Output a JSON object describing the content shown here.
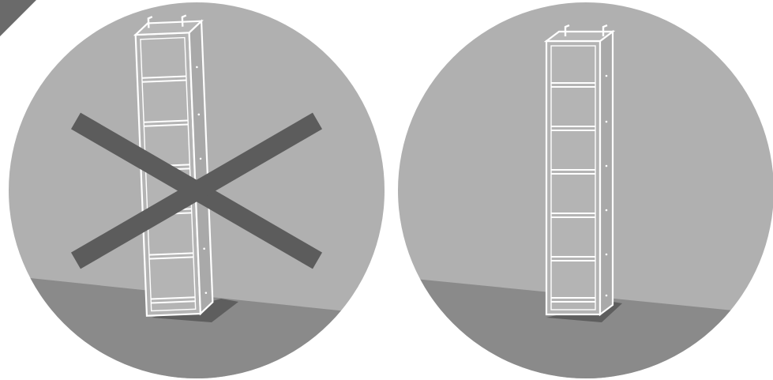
{
  "illustration": {
    "colors": {
      "wall": "#b0b0b0",
      "floor": "#8a8a8a",
      "floor_shadow": "#5e5e5e",
      "shelf_fill": "#b4b4b4",
      "shelf_line": "#ffffff",
      "cross": "#5c5c5c",
      "corner_triangle": "#6a6a6a"
    },
    "panels": [
      {
        "state": "incorrect",
        "icon": "cross-icon",
        "shelf_tilt_degrees": 2.3,
        "shelf_count": 6
      },
      {
        "state": "correct",
        "icon": "none",
        "shelf_tilt_degrees": 0,
        "shelf_count": 6
      }
    ]
  }
}
